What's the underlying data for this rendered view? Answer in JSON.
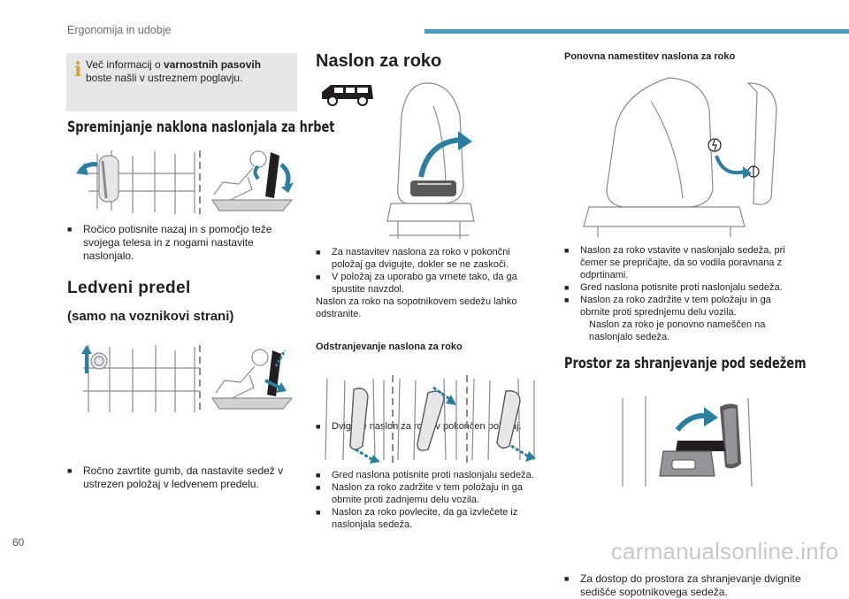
{
  "header": {
    "section_title": "Ergonomija in udobje"
  },
  "footer": {
    "page_number": "60",
    "watermark": "carmanualsonline.info"
  },
  "colors": {
    "accent_blue": "#4a9bc4",
    "arrow_teal": "#2d7fa0",
    "info_yellow": "#d2a12c"
  },
  "info_box": {
    "icon": "i",
    "text_before": "Več informacij o ",
    "text_bold": "varnostnih pasovih",
    "text_after": "boste našli v ustreznem poglavju."
  },
  "col1": {
    "heading_recline": "Spreminjanje naklona naslonjala za hrbet",
    "recline_bullet": "Ročico potisnite nazaj in s pomočjo teže svojega telesa in z nogami nastavite naslonjalo.",
    "heading_lumbar": "Ledveni predel",
    "subheading_lumbar": "(samo na voznikovi strani)",
    "lumbar_bullet": "Ročno zavrtite gumb, da nastavite sedež v ustrezen položaj v ledvenem predelu."
  },
  "col2": {
    "heading": "Naslon za roko",
    "bullets_1": [
      "Za nastavitev naslona za roko v pokončni položaj ga dvigujte, dokler se ne zaskoči.",
      "V položaj za uporabo ga vrnete tako, da ga spustite navzdol."
    ],
    "note": "Naslon za roko na sopotnikovem sedežu lahko odstranite.",
    "removal_title": "Odstranjevanje naslona za roko",
    "removal_bullet": "Dvignite naslon za roko v pokončen položaj.",
    "bullets_2": [
      "Gred naslona potisnite proti naslonjalu sedeža.",
      "Naslon za roko zadržite v tem položaju in ga obrnite proti zadnjemu delu vozila.",
      "Naslon za roko povlecite, da ga izvlečete iz naslonjala sedeža."
    ]
  },
  "col3": {
    "refit_title": "Ponovna namestitev naslona za roko",
    "bullets": [
      "Naslon za roko vstavite v naslonjalo sedeža, pri čemer se prepričajte, da so vodila poravnana z odprtinami.",
      "Gred naslona potisnite proti naslonjalu sedeža.",
      "Naslon za roko zadržite v tem položaju in ga obrnite proti sprednjemu delu vozila."
    ],
    "refit_result": "Naslon za roko je ponovno nameščen na naslonjalo sedeža.",
    "heading_storage": "Prostor za shranjevanje pod sedežem",
    "storage_bullet": "Za dostop do prostora za shranjevanje dvignite sedišče sopotnikovega sedeža."
  }
}
